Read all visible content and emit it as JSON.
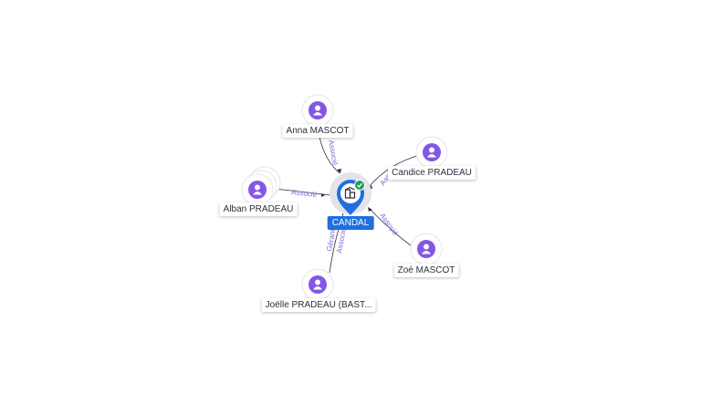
{
  "center": {
    "label": "CANDAL",
    "icon": "building-icon",
    "status_icon": "check-icon"
  },
  "nodes": {
    "anna": {
      "name": "Anna MASCOT"
    },
    "candice": {
      "name": "Candice PRADEAU"
    },
    "alban": {
      "name": "Alban PRADEAU"
    },
    "zoe": {
      "name": "Zoé MASCOT"
    },
    "joelle": {
      "name": "Joëlle PRADEAU (BAST..."
    }
  },
  "edges": {
    "anna": "Associé",
    "candice": "Ass",
    "alban": "Associé",
    "zoe": "Associé",
    "joelle_1": "Gérant",
    "joelle_2": "Associé"
  },
  "colors": {
    "person": "#8357e6",
    "center": "#1f6fe0",
    "verified": "#1e9e56",
    "edge_label": "#7b6bd6"
  }
}
